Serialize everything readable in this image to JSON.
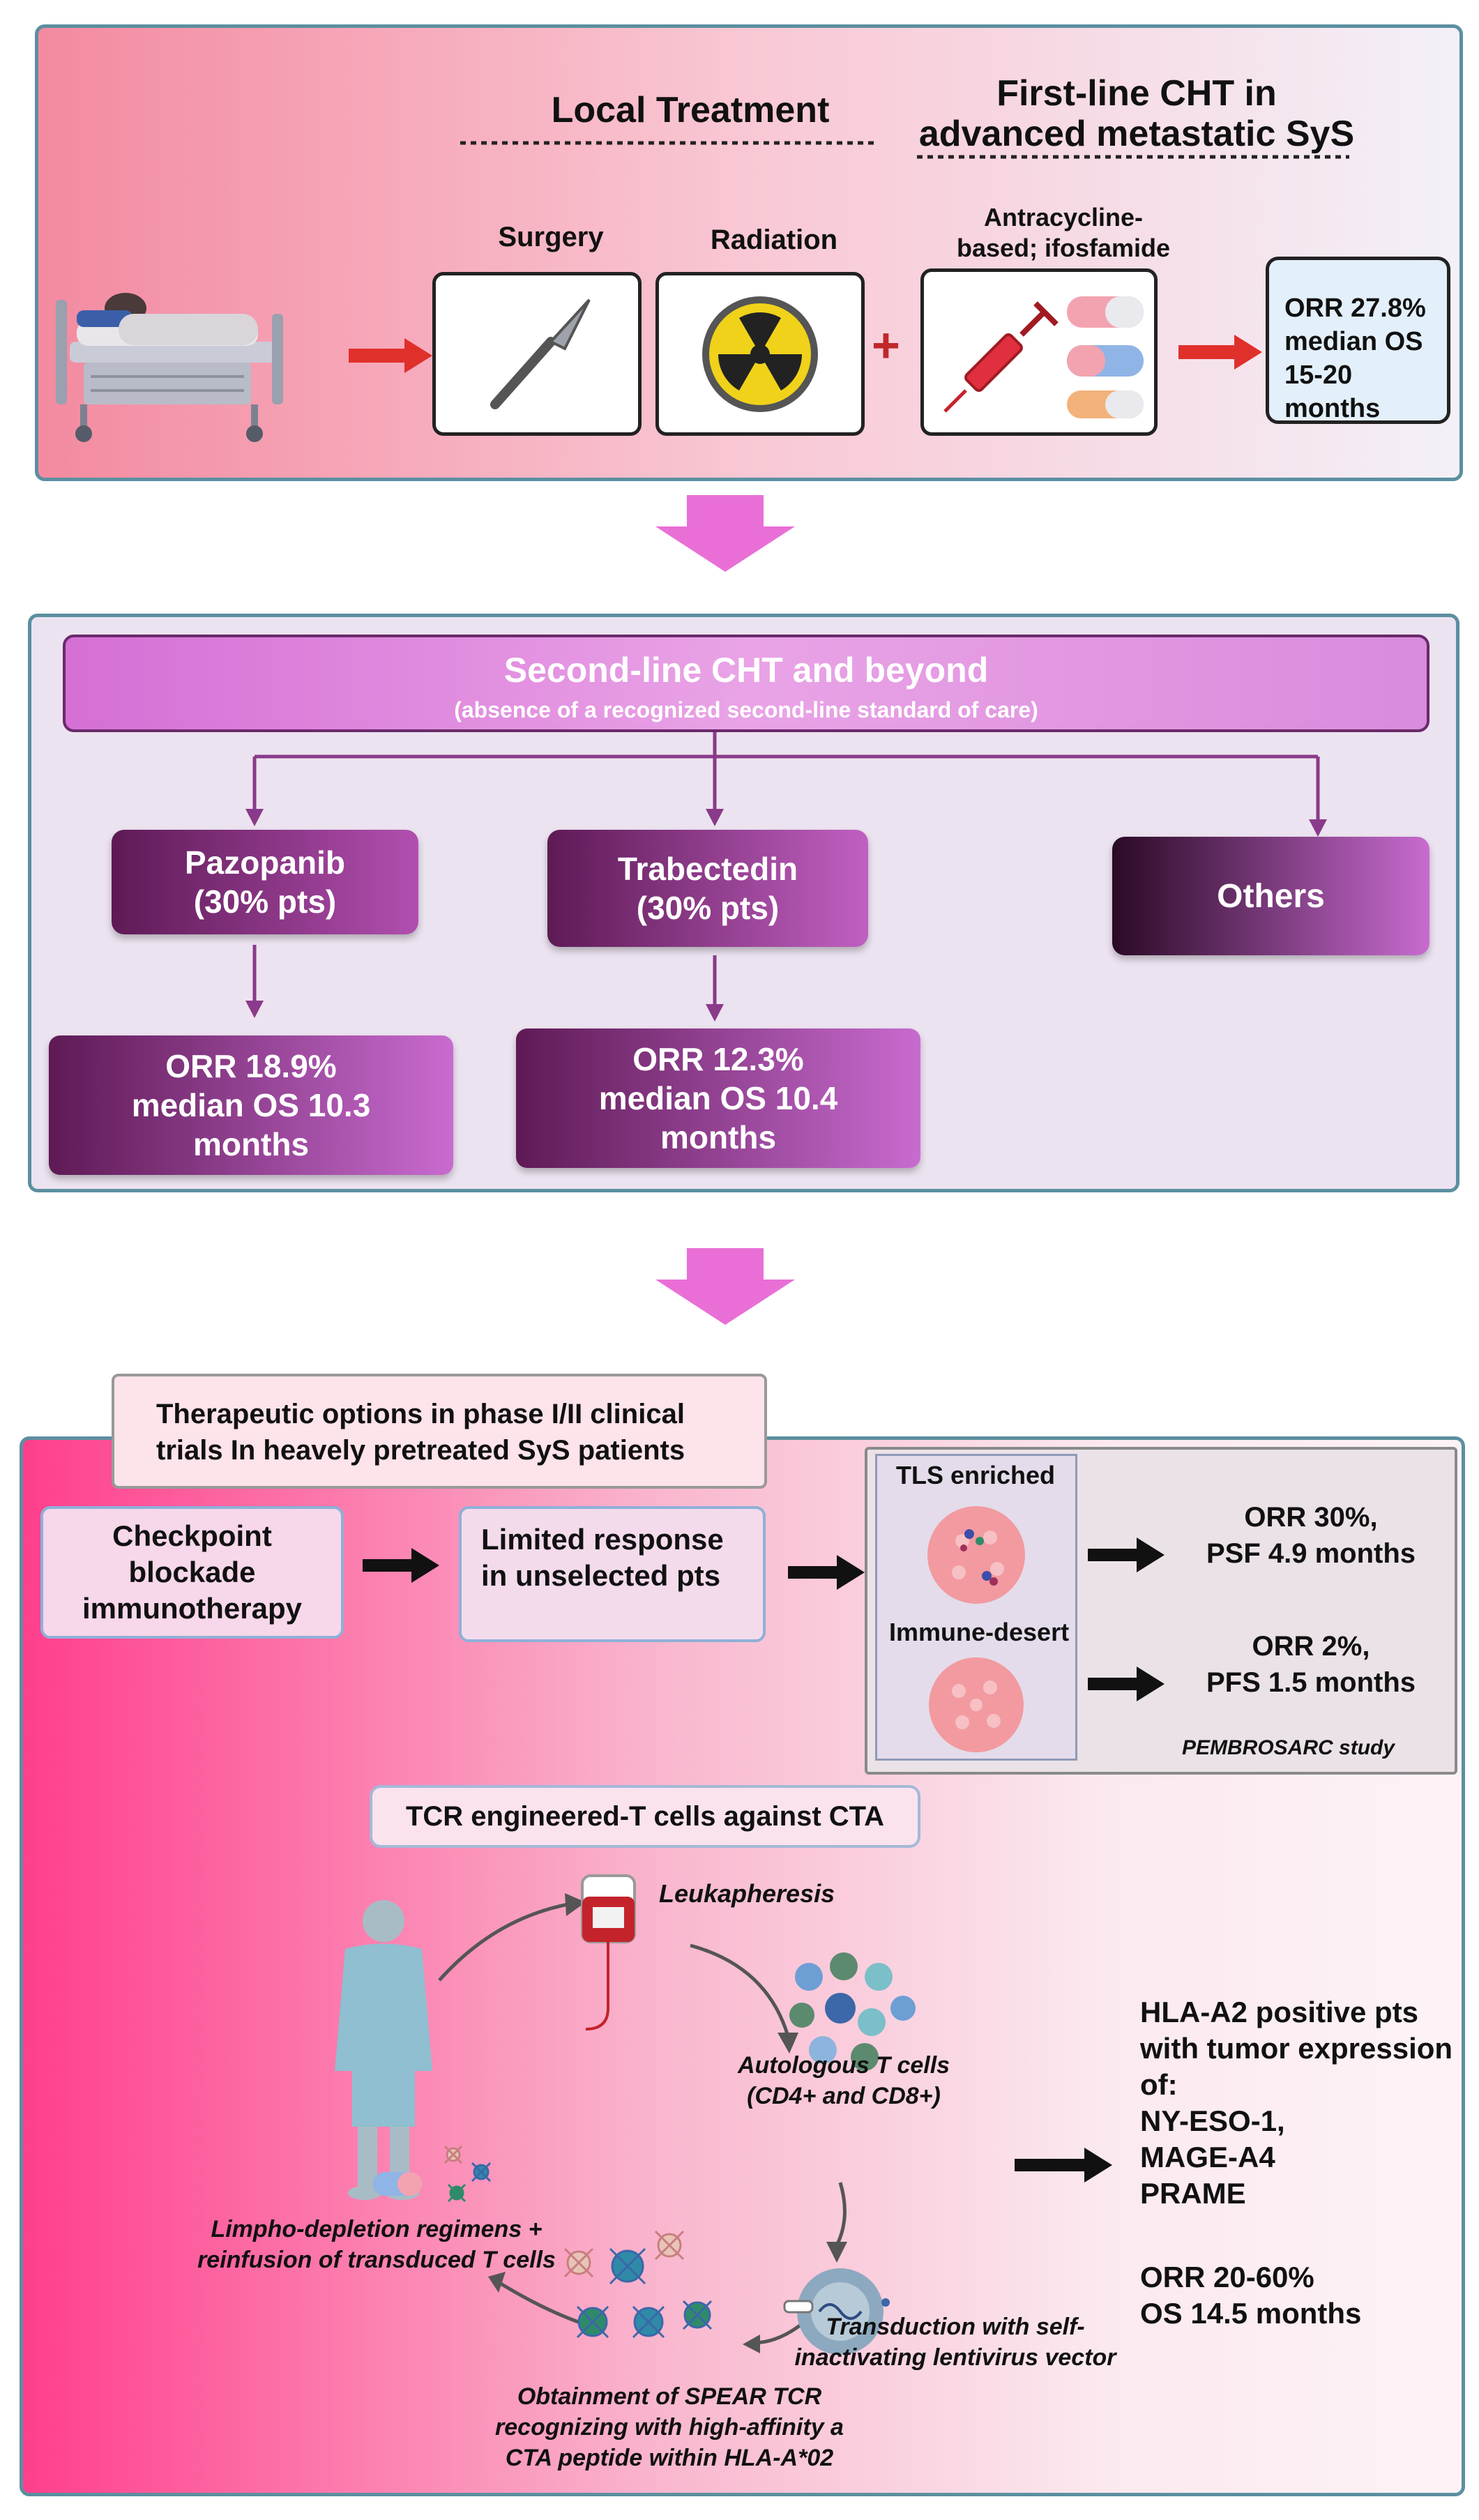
{
  "panel1": {
    "local_treatment": "Local Treatment",
    "first_line_title": "First-line CHT in",
    "first_line_title2": "advanced metastatic SyS",
    "surgery": "Surgery",
    "radiation": "Radiation",
    "chemo_label1": "Antracycline-",
    "chemo_label2": "based; ifosfamide",
    "plus": "+",
    "result": [
      "ORR 27.8%",
      "median OS",
      "15-20 months"
    ]
  },
  "panel2": {
    "title": "Second-line CHT and beyond",
    "subtitle": "(absence of a recognized second-line standard of care)",
    "pazopanib": [
      "Pazopanib",
      "(30% pts)"
    ],
    "trabectedin": [
      "Trabectedin",
      "(30% pts)"
    ],
    "others": "Others",
    "pazopanib_result": [
      "ORR 18.9%",
      "median OS 10.3",
      "months"
    ],
    "trabectedin_result": [
      "ORR 12.3%",
      "median OS 10.4",
      "months"
    ]
  },
  "panel3": {
    "title": [
      "Therapeutic options in phase I/II clinical",
      "trials In heavely pretreated SyS patients"
    ],
    "checkpoint": [
      "Checkpoint",
      "blockade",
      "immunotherapy"
    ],
    "limited": [
      "Limited response",
      "in  unselected pts"
    ],
    "tls": "TLS enriched",
    "immune_desert": "Immune-desert",
    "tls_result": [
      "ORR 30%,",
      "PSF 4.9 months"
    ],
    "desert_result": [
      "ORR 2%,",
      "PFS 1.5 months"
    ],
    "study": "PEMBROSARC study",
    "tcr_title": "TCR engineered-T cells against CTA",
    "leukapheresis": "Leukapheresis",
    "autologous": [
      "Autologous T cells",
      "(CD4+ and CD8+)"
    ],
    "transduction": [
      "Transduction with self-",
      "inactivating lentivirus vector"
    ],
    "obtainment": [
      "Obtainment of SPEAR TCR",
      "recognizing with high-affinity a",
      "CTA peptide within HLA-A*02"
    ],
    "lympho": [
      "Limpho-depletion regimens +",
      "reinfusion of transduced T cells"
    ],
    "hla": [
      "HLA-A2 positive pts",
      "with tumor expression",
      "of:",
      "NY-ESO-1,",
      "MAGE-A4",
      "PRAME"
    ],
    "orr": [
      "ORR 20-60%",
      "OS 14.5 months"
    ]
  },
  "colors": {
    "panel_border": "#5b8fa0",
    "purple_dark": "#5e1a55",
    "purple_light": "#c86bd0",
    "pink_strong": "#ff3f8c",
    "arrow_red": "#e0302b",
    "arrow_pink": "#e96fd6"
  }
}
